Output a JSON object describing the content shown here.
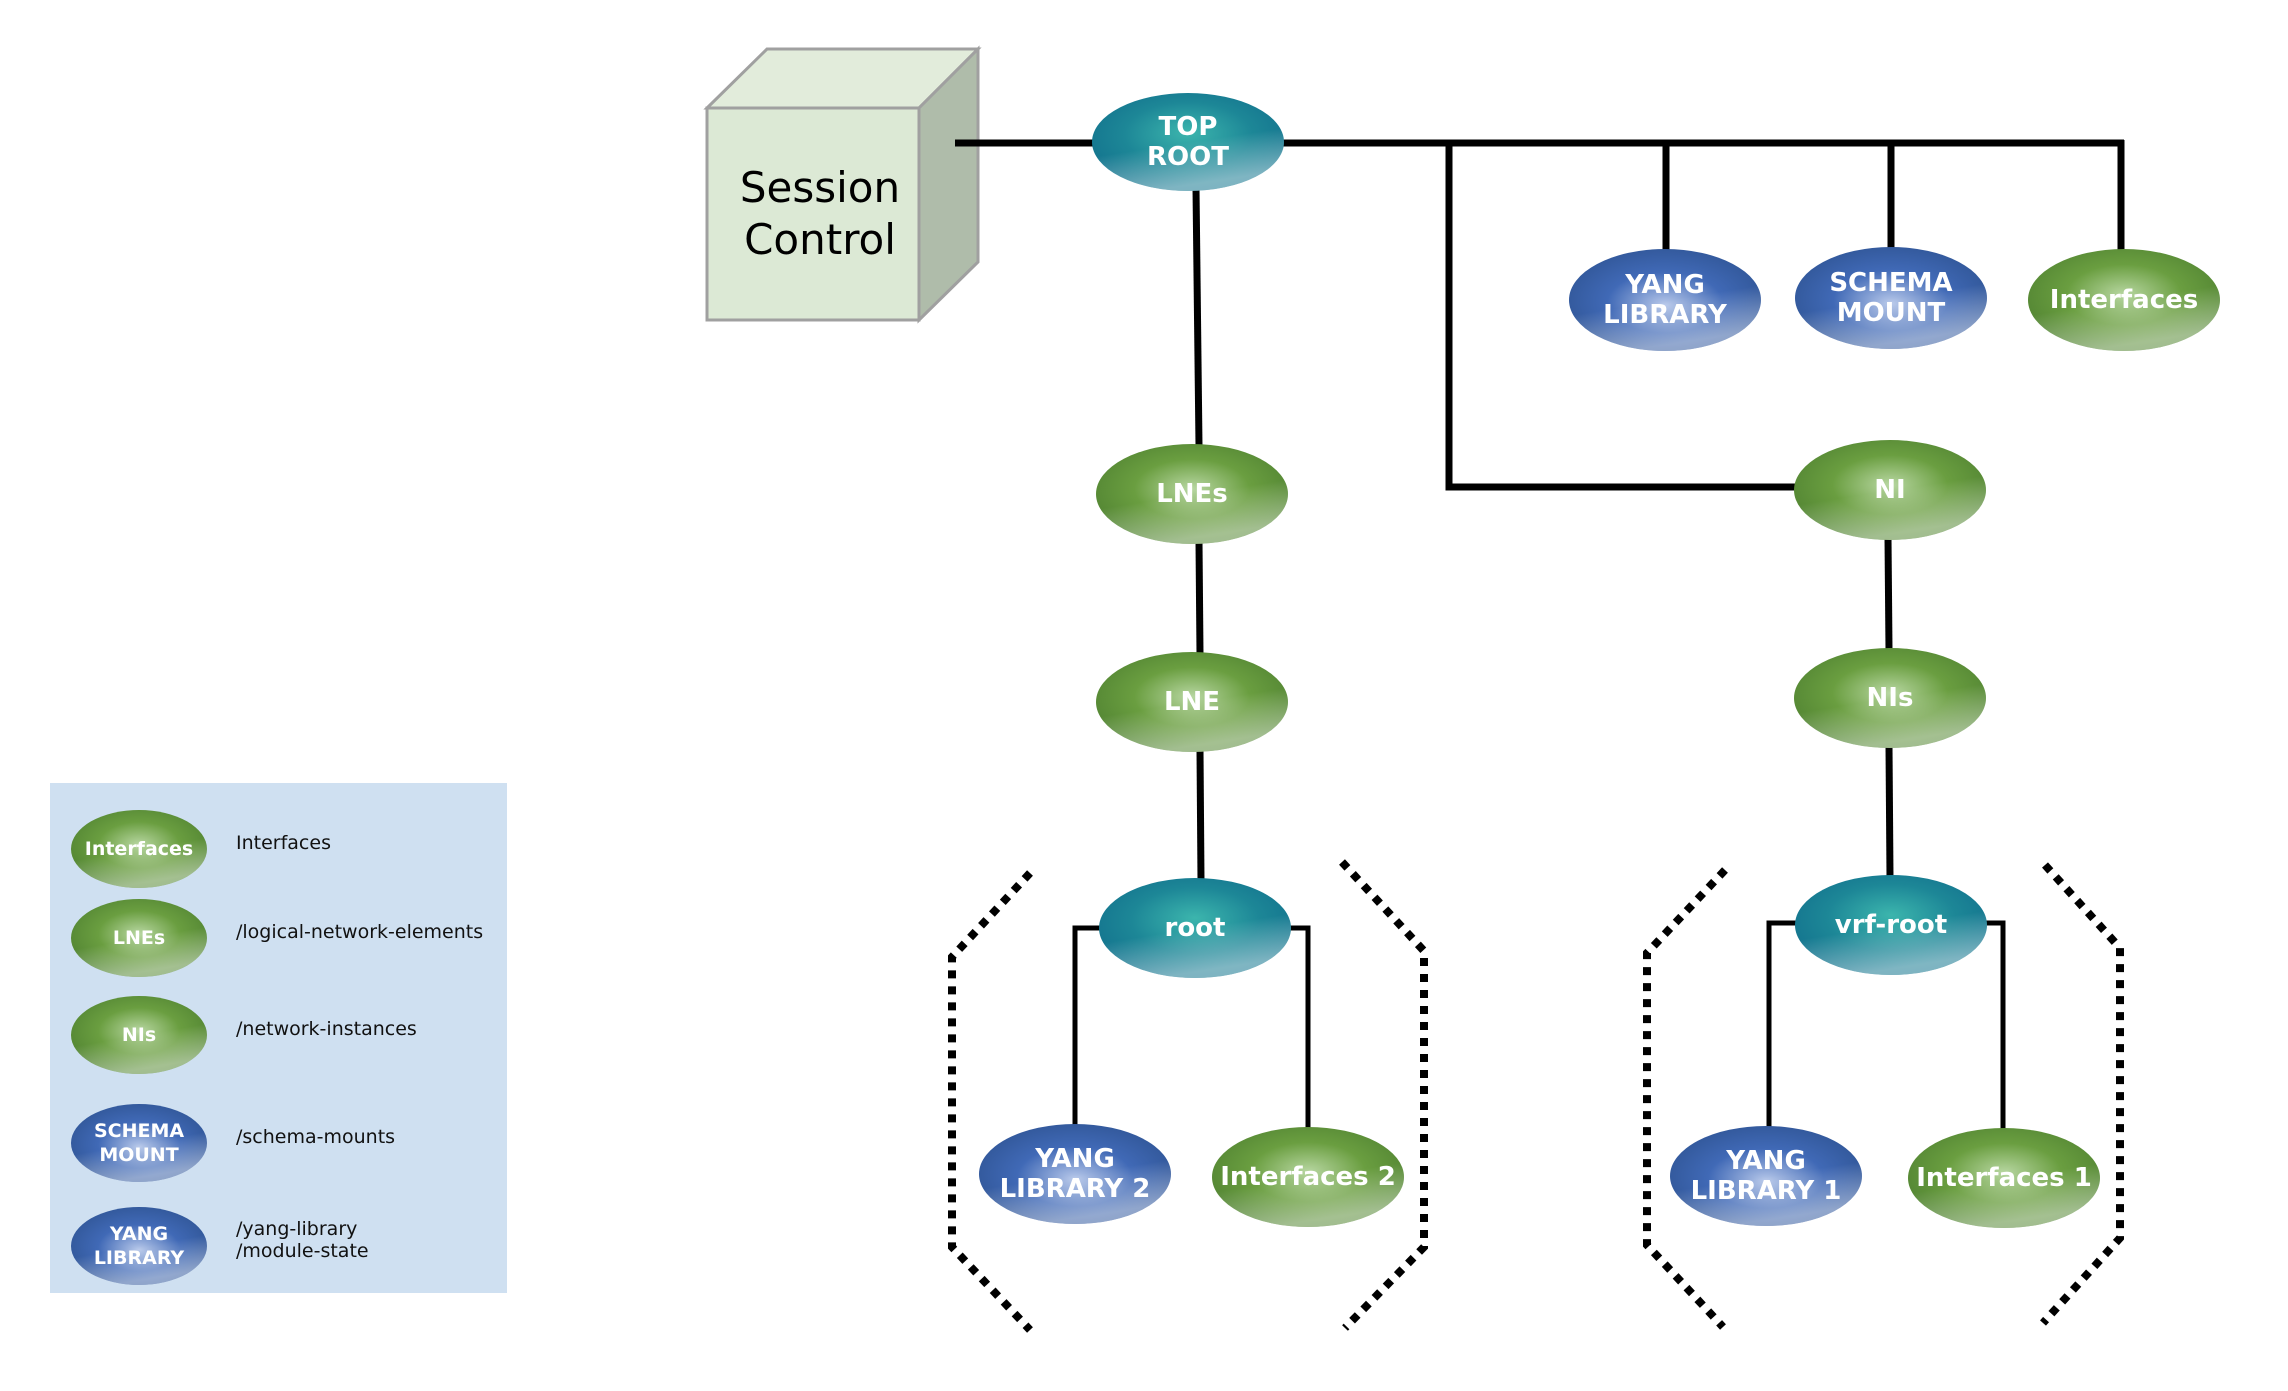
{
  "title": "Session Control YANG tree diagram",
  "colors": {
    "teal": "#1a7f93",
    "green": "#5f9639",
    "blue": "#3e66b2",
    "legend_bg": "#cfe0f1",
    "cube_front": "#dce9d5",
    "cube_top": "#e2ecdb",
    "cube_side": "#afbcaa",
    "cube_border": "#a0a0a0"
  },
  "session_control": {
    "lines": [
      "Session",
      "Control"
    ]
  },
  "nodes": [
    {
      "id": "top-root",
      "kind": "teal",
      "lines": [
        "TOP",
        "ROOT"
      ]
    },
    {
      "id": "yang-library-top",
      "kind": "blue",
      "lines": [
        "YANG",
        "LIBRARY"
      ]
    },
    {
      "id": "schema-mount-top",
      "kind": "blue",
      "lines": [
        "SCHEMA",
        "MOUNT"
      ]
    },
    {
      "id": "interfaces-top",
      "kind": "green",
      "lines": [
        "Interfaces"
      ]
    },
    {
      "id": "lnes",
      "kind": "green",
      "lines": [
        "LNEs"
      ]
    },
    {
      "id": "lne",
      "kind": "green",
      "lines": [
        "LNE"
      ]
    },
    {
      "id": "ni",
      "kind": "green",
      "lines": [
        "NI"
      ]
    },
    {
      "id": "nis",
      "kind": "green",
      "lines": [
        "NIs"
      ]
    },
    {
      "id": "root",
      "kind": "teal",
      "lines": [
        "root"
      ]
    },
    {
      "id": "vrf-root",
      "kind": "teal",
      "lines": [
        "vrf-root"
      ]
    },
    {
      "id": "yang-library-2",
      "kind": "blue",
      "lines": [
        "YANG",
        "LIBRARY 2"
      ]
    },
    {
      "id": "interfaces-2",
      "kind": "green",
      "lines": [
        "Interfaces 2"
      ]
    },
    {
      "id": "yang-library-1",
      "kind": "blue",
      "lines": [
        "YANG",
        "LIBRARY 1"
      ]
    },
    {
      "id": "interfaces-1",
      "kind": "green",
      "lines": [
        "Interfaces 1"
      ]
    }
  ],
  "edges": [
    {
      "from": "session-control",
      "to": "top-root"
    },
    {
      "from": "top-root",
      "to": "yang-library-top"
    },
    {
      "from": "top-root",
      "to": "schema-mount-top"
    },
    {
      "from": "top-root",
      "to": "interfaces-top"
    },
    {
      "from": "top-root",
      "to": "ni"
    },
    {
      "from": "top-root",
      "to": "lnes"
    },
    {
      "from": "lnes",
      "to": "lne"
    },
    {
      "from": "lne",
      "to": "root"
    },
    {
      "from": "ni",
      "to": "nis"
    },
    {
      "from": "nis",
      "to": "vrf-root"
    },
    {
      "from": "root",
      "to": "yang-library-2"
    },
    {
      "from": "root",
      "to": "interfaces-2"
    },
    {
      "from": "vrf-root",
      "to": "yang-library-1"
    },
    {
      "from": "vrf-root",
      "to": "interfaces-1"
    }
  ],
  "legend": {
    "items": [
      {
        "kind": "green",
        "badge": [
          "Interfaces"
        ],
        "description": [
          "Interfaces"
        ]
      },
      {
        "kind": "green",
        "badge": [
          "LNEs"
        ],
        "description": [
          "/logical-network-elements"
        ]
      },
      {
        "kind": "green",
        "badge": [
          "NIs"
        ],
        "description": [
          "/network-instances"
        ]
      },
      {
        "kind": "blue",
        "badge": [
          "SCHEMA",
          "MOUNT"
        ],
        "description": [
          "/schema-mounts"
        ]
      },
      {
        "kind": "blue",
        "badge": [
          "YANG",
          "LIBRARY"
        ],
        "description": [
          "/yang-library",
          "/module-state"
        ]
      }
    ]
  }
}
